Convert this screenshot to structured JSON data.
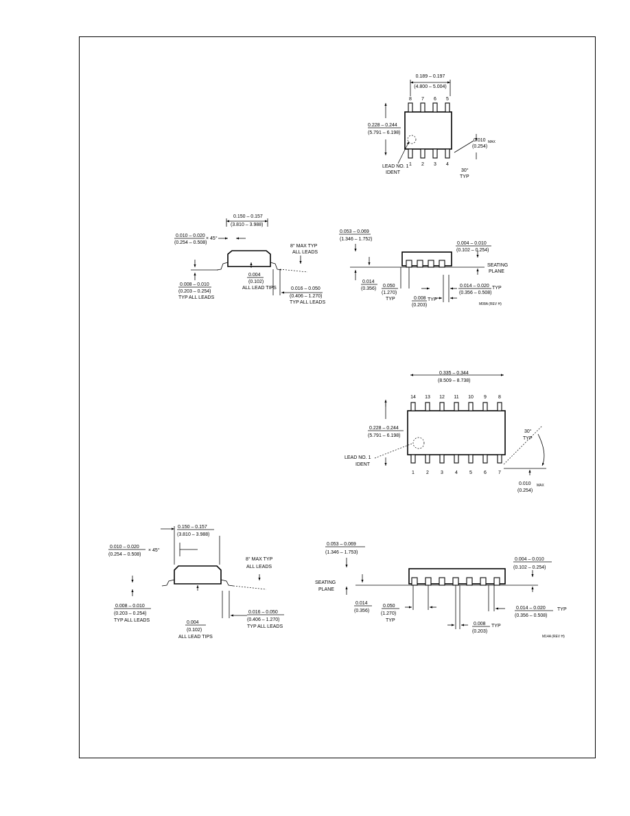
{
  "so8": {
    "top": {
      "width_in": "0.189 – 0.197",
      "width_mm": "(4.800 – 5.004)",
      "height_in": "0.228 – 0.244",
      "height_mm": "(5.791 – 6.198)",
      "lead_ident": [
        "LEAD NO. 1",
        "IDENT"
      ],
      "corner_in": "0.010",
      "corner_max": "MAX",
      "corner_mm": "(0.254)",
      "angle": [
        "30°",
        "TYP"
      ],
      "pins_top": [
        "8",
        "7",
        "6",
        "5"
      ],
      "pins_bottom": [
        "1",
        "2",
        "3",
        "4"
      ]
    },
    "end": {
      "width_in": "0.150 – 0.157",
      "width_mm": "(3.810 – 3.988)",
      "chamfer_in": "0.010 – 0.020",
      "chamfer_mm": "(0.254 – 0.508)",
      "x45": "× 45°",
      "max8": [
        "8° MAX TYP",
        "ALL LEADS"
      ],
      "tip_in": "0.004",
      "tip_mm": "(0.102)",
      "tip_label": "ALL LEAD TIPS",
      "thick_in": "0.008 – 0.010",
      "thick_mm": "(0.203 – 0.254)",
      "thick_label": "TYP ALL LEADS",
      "foot_in": "0.016 – 0.050",
      "foot_mm": "(0.406 – 1.270)",
      "foot_label": "TYP ALL LEADS"
    },
    "side": {
      "h_in": "0.053 – 0.069",
      "h_mm": "(1.346 – 1.752)",
      "standoff_in": "0.004 – 0.010",
      "standoff_mm": "(0.102 – 0.254)",
      "seating": [
        "SEATING",
        "PLANE"
      ],
      "a_in": "0.014",
      "a_mm": "(0.356)",
      "pitch_in": "0.050",
      "pitch_mm": "(1.270)",
      "pitch_typ": "TYP",
      "lw_in": "0.014 – 0.020",
      "lw_typ": "TYP",
      "lw_mm": "(0.356 – 0.508)",
      "lt_in": "0.008",
      "lt_typ": "TYP",
      "lt_mm": "(0.203)",
      "dwg_no": "M08A (REV H)"
    }
  },
  "so14": {
    "top": {
      "width_in": "0.335 – 0.344",
      "width_mm": "(8.509 – 8.738)",
      "height_in": "0.228 – 0.244",
      "height_mm": "(5.791 – 6.198)",
      "lead_ident": [
        "LEAD NO. 1",
        "IDENT"
      ],
      "angle": [
        "30°",
        "TYP"
      ],
      "corner_in": "0.010",
      "corner_max": "MAX",
      "corner_mm": "(0.254)",
      "pins_top": [
        "14",
        "13",
        "12",
        "11",
        "10",
        "9",
        "8"
      ],
      "pins_bottom": [
        "1",
        "2",
        "3",
        "4",
        "5",
        "6",
        "7"
      ]
    },
    "end": {
      "width_in": "0.150 – 0.157",
      "width_mm": "(3.810 – 3.988)",
      "chamfer_in": "0.010 – 0.020",
      "chamfer_mm": "(0.254 – 0.508)",
      "x45": "× 45°",
      "max8": [
        "8° MAX TYP",
        "ALL LEADS"
      ],
      "thick_in": "0.008 – 0.010",
      "thick_mm": "(0.203 – 0.254)",
      "thick_label": "TYP ALL LEADS",
      "tip_in": "0.004",
      "tip_mm": "(0.102)",
      "tip_label": "ALL LEAD TIPS",
      "foot_in": "0.016 – 0.050",
      "foot_mm": "(0.406 – 1.270)",
      "foot_label": "TYP ALL LEADS"
    },
    "side": {
      "h_in": "0.053 – 0.069",
      "h_mm": "(1.346 – 1.753)",
      "standoff_in": "0.004 – 0.010",
      "standoff_mm": "(0.102 – 0.254)",
      "seating": [
        "SEATING",
        "PLANE"
      ],
      "a_in": "0.014",
      "a_mm": "(0.356)",
      "pitch_in": "0.050",
      "pitch_mm": "(1.270)",
      "pitch_typ": "TYP",
      "lw_in": "0.014 – 0.020",
      "lw_typ": "TYP",
      "lw_mm": "(0.356 – 0.508)",
      "lt_in": "0.008",
      "lt_typ": "TYP",
      "lt_mm": "(0.203)",
      "dwg_no": "M14A (REV H)"
    }
  }
}
